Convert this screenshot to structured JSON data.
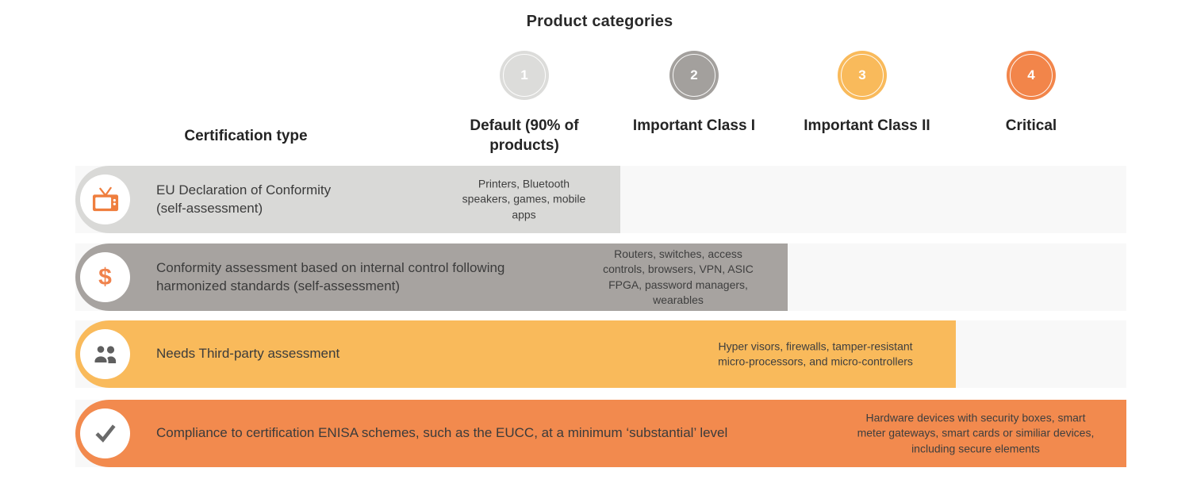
{
  "header": {
    "title": "Product categories",
    "certification_type_label": "Certification type"
  },
  "categories": [
    {
      "number": "1",
      "label": "Default (90% of products)",
      "color": "#DCDCDA"
    },
    {
      "number": "2",
      "label": "Important Class I",
      "color": "#A3A09D"
    },
    {
      "number": "3",
      "label": "Important Class II",
      "color": "#F9BA5B"
    },
    {
      "number": "4",
      "label": "Critical",
      "color": "#F2854A"
    }
  ],
  "rows": [
    {
      "icon": "tv-icon",
      "bar_color": "#D9D9D7",
      "label": "EU Declaration of Conformity (self-assessment)",
      "examples": "Printers, Bluetooth speakers, games, mobile apps",
      "extends_to_category": "Default (90% of products)"
    },
    {
      "icon": "dollar-icon",
      "glyph": "$",
      "bar_color": "#A7A3A0",
      "label": "Conformity assessment based on internal control following harmonized standards (self-assessment)",
      "examples": "Routers, switches, access controls, browsers, VPN, ASIC FPGA, password managers, wearables",
      "extends_to_category": "Important Class I"
    },
    {
      "icon": "people-icon",
      "bar_color": "#F9BA5B",
      "label": "Needs Third-party assessment",
      "examples": "Hyper visors, firewalls, tamper-resistant micro-processors, and micro-controllers",
      "extends_to_category": "Important Class II"
    },
    {
      "icon": "check-icon",
      "bar_color": "#F28A4E",
      "label": "Compliance to certification ENISA schemes, such as the EUCC, at a minimum ‘substantial’ level",
      "examples": "Hardware devices with security boxes, smart meter gateways, smart cards or similiar devices, including secure elements",
      "extends_to_category": "Critical"
    }
  ],
  "accent_colors": {
    "icon_orange": "#EF7E3E",
    "icon_gray": "#5F5F5F",
    "track_background": "#F8F8F8"
  }
}
